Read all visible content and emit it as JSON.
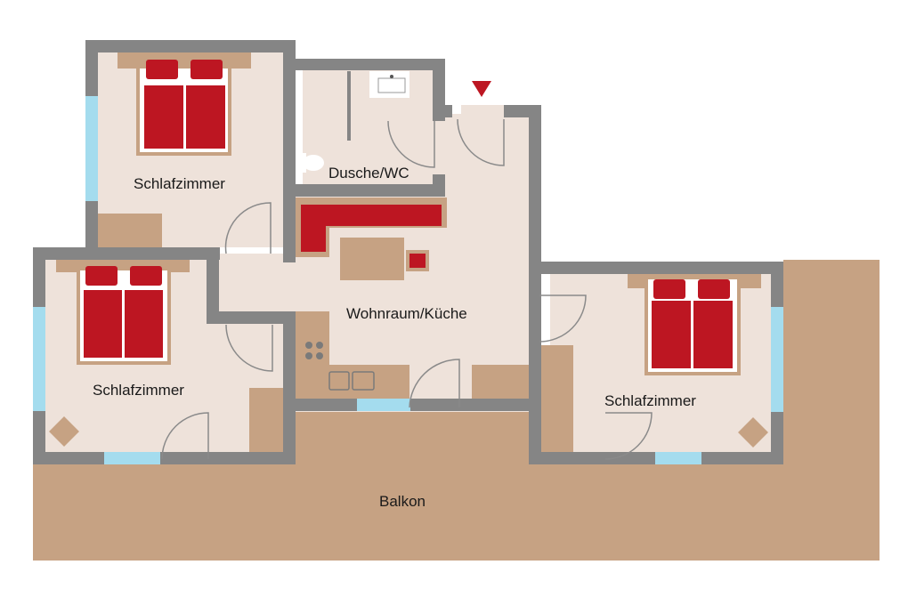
{
  "rooms": {
    "bedroom_top_left": "Schlafzimmer",
    "bathroom": "Dusche/WC",
    "living_kitchen": "Wohnraum/Küche",
    "bedroom_left": "Schlafzimmer",
    "bedroom_right": "Schlafzimmer",
    "balcony": "Balkon"
  },
  "colors": {
    "wall": "#858585",
    "floor": "#eee2da",
    "wood": "#c6a283",
    "bed_red": "#bd1622",
    "window": "#a4dcee",
    "balcony": "#c6a283",
    "door_line": "#8a8a8a",
    "entrance_marker": "#bd1622"
  }
}
